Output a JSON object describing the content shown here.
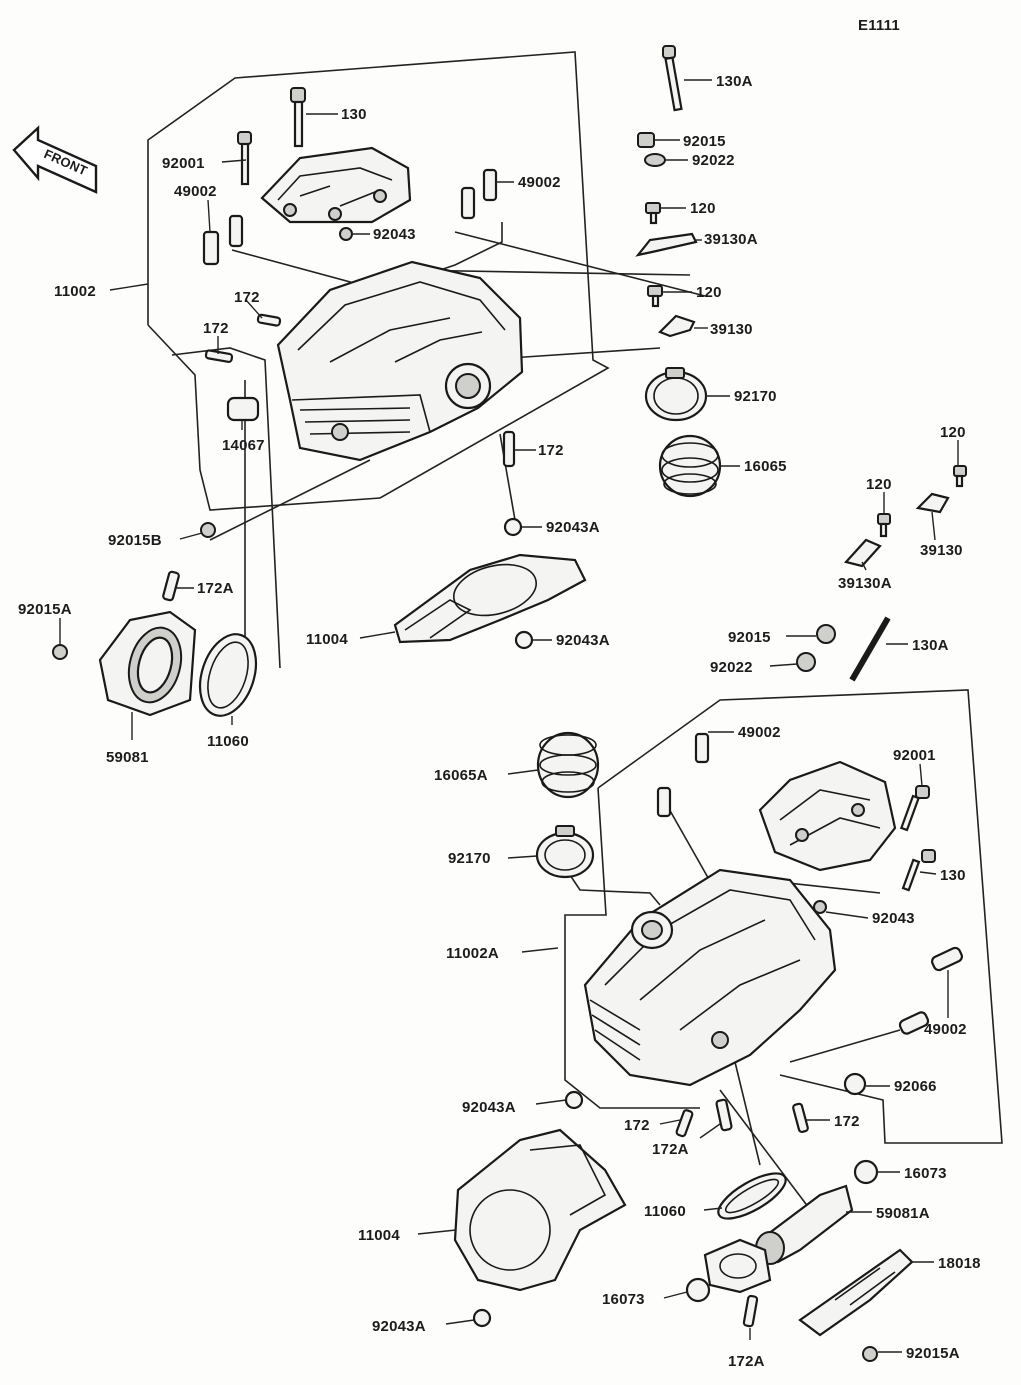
{
  "diagram_code": "E1111",
  "front_label": "FRONT",
  "labels": [
    {
      "id": "l-130-top",
      "text": "130"
    },
    {
      "id": "l-92001-top",
      "text": "92001"
    },
    {
      "id": "l-49002-topleft",
      "text": "49002"
    },
    {
      "id": "l-49002-topmid",
      "text": "49002"
    },
    {
      "id": "l-92043-top",
      "text": "92043"
    },
    {
      "id": "l-11002",
      "text": "11002"
    },
    {
      "id": "l-172-a",
      "text": "172"
    },
    {
      "id": "l-172-b",
      "text": "172"
    },
    {
      "id": "l-14067",
      "text": "14067"
    },
    {
      "id": "l-172-c",
      "text": "172"
    },
    {
      "id": "l-92015b",
      "text": "92015B"
    },
    {
      "id": "l-92043a-top",
      "text": "92043A"
    },
    {
      "id": "l-172a-top",
      "text": "172A"
    },
    {
      "id": "l-92015a-top",
      "text": "92015A"
    },
    {
      "id": "l-11004-top",
      "text": "11004"
    },
    {
      "id": "l-92043a-mid",
      "text": "92043A"
    },
    {
      "id": "l-59081",
      "text": "59081"
    },
    {
      "id": "l-11060-top",
      "text": "11060"
    },
    {
      "id": "l-130a-top",
      "text": "130A"
    },
    {
      "id": "l-92015-top",
      "text": "92015"
    },
    {
      "id": "l-92022-top",
      "text": "92022"
    },
    {
      "id": "l-120-a",
      "text": "120"
    },
    {
      "id": "l-39130a-top",
      "text": "39130A"
    },
    {
      "id": "l-120-b",
      "text": "120"
    },
    {
      "id": "l-39130-top",
      "text": "39130"
    },
    {
      "id": "l-92170-top",
      "text": "92170"
    },
    {
      "id": "l-16065",
      "text": "16065"
    },
    {
      "id": "l-120-c",
      "text": "120"
    },
    {
      "id": "l-120-d",
      "text": "120"
    },
    {
      "id": "l-39130-right",
      "text": "39130"
    },
    {
      "id": "l-39130a-right",
      "text": "39130A"
    },
    {
      "id": "l-92015-mid",
      "text": "92015"
    },
    {
      "id": "l-130a-mid",
      "text": "130A"
    },
    {
      "id": "l-92022-mid",
      "text": "92022"
    },
    {
      "id": "l-49002-bot",
      "text": "49002"
    },
    {
      "id": "l-16065a",
      "text": "16065A"
    },
    {
      "id": "l-92001-bot",
      "text": "92001"
    },
    {
      "id": "l-92170-bot",
      "text": "92170"
    },
    {
      "id": "l-130-bot",
      "text": "130"
    },
    {
      "id": "l-92043-bot",
      "text": "92043"
    },
    {
      "id": "l-11002a",
      "text": "11002A"
    },
    {
      "id": "l-49002-botright",
      "text": "49002"
    },
    {
      "id": "l-92066",
      "text": "92066"
    },
    {
      "id": "l-92043a-bot",
      "text": "92043A"
    },
    {
      "id": "l-172-d",
      "text": "172"
    },
    {
      "id": "l-172-e",
      "text": "172"
    },
    {
      "id": "l-172a-mid",
      "text": "172A"
    },
    {
      "id": "l-16073-right",
      "text": "16073"
    },
    {
      "id": "l-11060-bot",
      "text": "11060"
    },
    {
      "id": "l-59081a",
      "text": "59081A"
    },
    {
      "id": "l-11004-bot",
      "text": "11004"
    },
    {
      "id": "l-18018",
      "text": "18018"
    },
    {
      "id": "l-16073-left",
      "text": "16073"
    },
    {
      "id": "l-92043a-last",
      "text": "92043A"
    },
    {
      "id": "l-172a-bot",
      "text": "172A"
    },
    {
      "id": "l-92015a-bot",
      "text": "92015A"
    }
  ]
}
